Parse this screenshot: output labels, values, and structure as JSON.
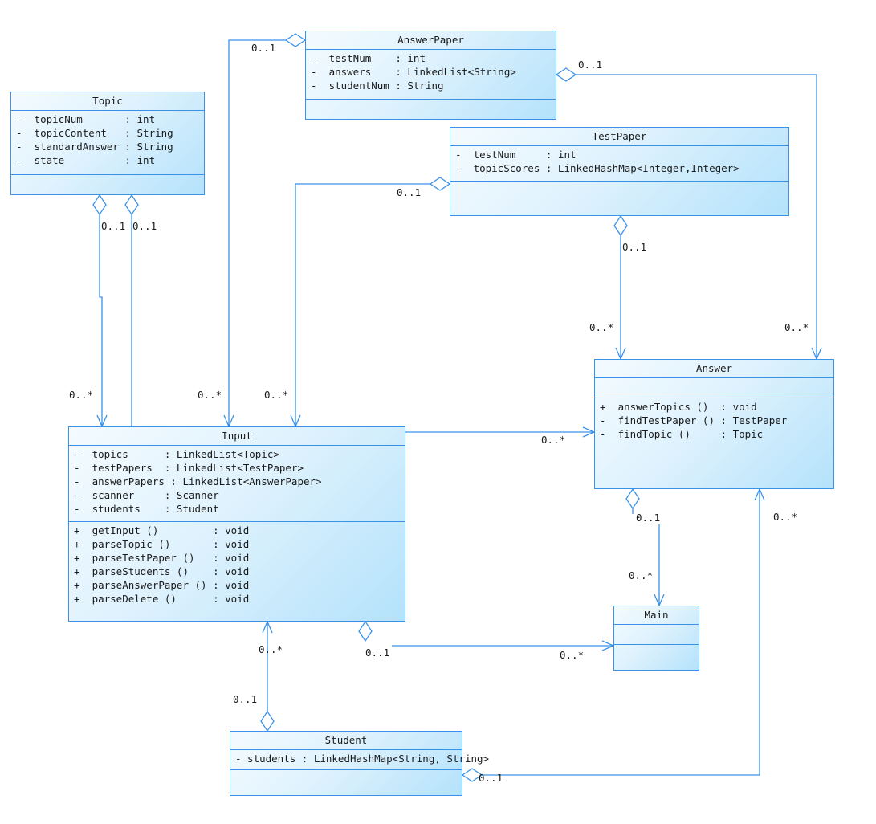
{
  "classes": {
    "topic": {
      "name": "Topic",
      "attributes": [
        "-  topicNum       : int",
        "-  topicContent   : String",
        "-  standardAnswer : String",
        "-  state          : int"
      ],
      "operations": []
    },
    "answerPaper": {
      "name": "AnswerPaper",
      "attributes": [
        "-  testNum    : int",
        "-  answers    : LinkedList<String>",
        "-  studentNum : String"
      ],
      "operations": []
    },
    "testPaper": {
      "name": "TestPaper",
      "attributes": [
        "-  testNum     : int",
        "-  topicScores : LinkedHashMap<Integer,Integer>"
      ],
      "operations": []
    },
    "answer": {
      "name": "Answer",
      "attributes": [],
      "operations": [
        "+  answerTopics ()  : void",
        "-  findTestPaper () : TestPaper",
        "-  findTopic ()     : Topic"
      ]
    },
    "input": {
      "name": "Input",
      "attributes": [
        "-  topics      : LinkedList<Topic>",
        "-  testPapers  : LinkedList<TestPaper>",
        "-  answerPapers : LinkedList<AnswerPaper>",
        "-  scanner     : Scanner",
        "-  students    : Student"
      ],
      "operations": [
        "+  getInput ()         : void",
        "+  parseTopic ()       : void",
        "+  parseTestPaper ()   : void",
        "+  parseStudents ()    : void",
        "+  parseAnswerPaper () : void",
        "+  parseDelete ()      : void"
      ]
    },
    "main": {
      "name": "Main",
      "attributes": [],
      "operations": []
    },
    "student": {
      "name": "Student",
      "attributes": [
        "- students : LinkedHashMap<String, String>"
      ],
      "operations": []
    }
  },
  "relations": [
    {
      "id": "topic-input-a",
      "from": "Topic",
      "to": "Input",
      "type": "aggregation",
      "source_multiplicity": "0..1",
      "target_multiplicity": "0..*"
    },
    {
      "id": "topic-input-b",
      "from": "Topic",
      "to": "Input",
      "type": "aggregation",
      "source_multiplicity": "0..1",
      "target_multiplicity": ""
    },
    {
      "id": "answerpaper-input",
      "from": "AnswerPaper",
      "to": "Input",
      "type": "aggregation",
      "source_multiplicity": "0..1",
      "target_multiplicity": "0..*"
    },
    {
      "id": "answerpaper-answer",
      "from": "AnswerPaper",
      "to": "Answer",
      "type": "aggregation",
      "source_multiplicity": "0..1",
      "target_multiplicity": "0..*"
    },
    {
      "id": "testpaper-input",
      "from": "TestPaper",
      "to": "Input",
      "type": "aggregation",
      "source_multiplicity": "0..1",
      "target_multiplicity": "0..*"
    },
    {
      "id": "testpaper-answer",
      "from": "TestPaper",
      "to": "Answer",
      "type": "aggregation",
      "source_multiplicity": "0..1",
      "target_multiplicity": "0..*"
    },
    {
      "id": "input-answer",
      "from": "Input",
      "to": "Answer",
      "type": "association",
      "source_multiplicity": "",
      "target_multiplicity": "0..*"
    },
    {
      "id": "answer-main",
      "from": "Answer",
      "to": "Main",
      "type": "aggregation",
      "source_multiplicity": "0..1",
      "target_multiplicity": "0..*"
    },
    {
      "id": "input-main",
      "from": "Input",
      "to": "Main",
      "type": "aggregation",
      "source_multiplicity": "0..1",
      "target_multiplicity": "0..*"
    },
    {
      "id": "student-input",
      "from": "Student",
      "to": "Input",
      "type": "aggregation",
      "source_multiplicity": "0..1",
      "target_multiplicity": "0..*"
    },
    {
      "id": "student-answer",
      "from": "Student",
      "to": "Answer",
      "type": "aggregation",
      "source_multiplicity": "0..1",
      "target_multiplicity": "0..*"
    }
  ],
  "colors": {
    "line": "#3a92e8",
    "text": "#1a1a1a",
    "fill_light": "#f4fbff",
    "fill_dark": "#b4e2fb"
  }
}
